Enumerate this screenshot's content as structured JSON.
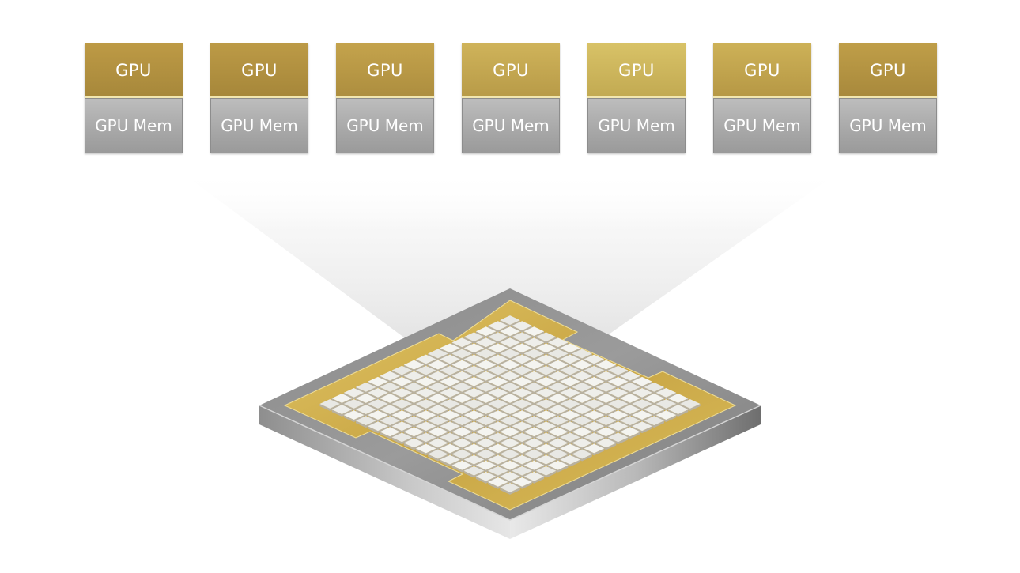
{
  "gpus": [
    {
      "gpu_label": "GPU",
      "mem_label": "GPU Mem",
      "color_top": "#bd9a45",
      "color_bottom": "#a7883b"
    },
    {
      "gpu_label": "GPU",
      "mem_label": "GPU Mem",
      "color_top": "#bc9a46",
      "color_bottom": "#a6873a"
    },
    {
      "gpu_label": "GPU",
      "mem_label": "GPU Mem",
      "color_top": "#c4a34c",
      "color_bottom": "#ad8e3f"
    },
    {
      "gpu_label": "GPU",
      "mem_label": "GPU Mem",
      "color_top": "#cfb35a",
      "color_bottom": "#b89b48"
    },
    {
      "gpu_label": "GPU",
      "mem_label": "GPU Mem",
      "color_top": "#d8c267",
      "color_bottom": "#c2aa52"
    },
    {
      "gpu_label": "GPU",
      "mem_label": "GPU Mem",
      "color_top": "#cdb157",
      "color_bottom": "#b69845"
    },
    {
      "gpu_label": "GPU",
      "mem_label": "GPU Mem",
      "color_top": "#bf9e48",
      "color_bottom": "#a8893c"
    }
  ],
  "colors": {
    "gold": "#c9a84c",
    "gold_light": "#e6cf78",
    "silver": "#a9a9a9",
    "silver_light": "#e8e8e8",
    "tile": "#eeeeee"
  }
}
